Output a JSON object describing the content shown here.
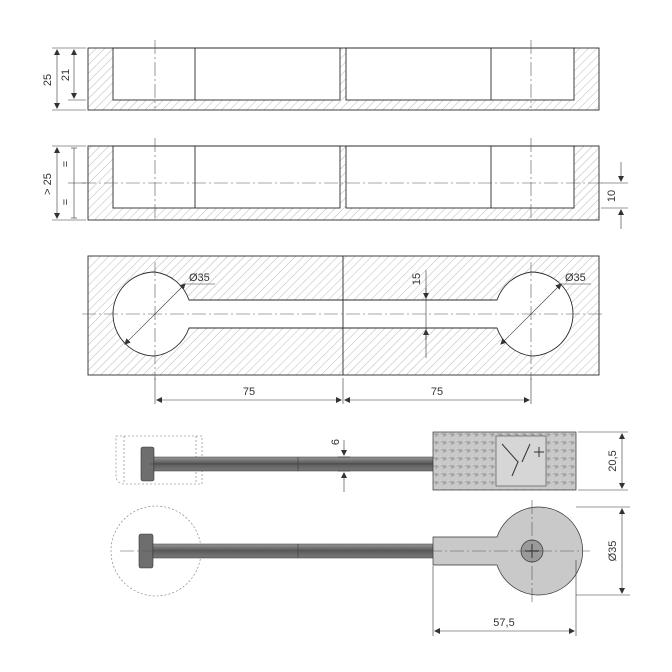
{
  "dimensions": {
    "view1_height_25": "25",
    "view1_depth_21": "21",
    "view2_height_gt25": "> 25",
    "view2_eq_top": "=",
    "view2_eq_bottom": "=",
    "view2_offset_10": "10",
    "view3_dia_left": "Ø35",
    "view3_dia_right": "Ø35",
    "view3_slot_15": "15",
    "view3_spacing_left": "75",
    "view3_spacing_right": "75",
    "view4_dia_6": "6",
    "view4_height_20_5": "20,5",
    "view5_dia_35": "Ø35",
    "view5_length_57_5": "57,5"
  }
}
